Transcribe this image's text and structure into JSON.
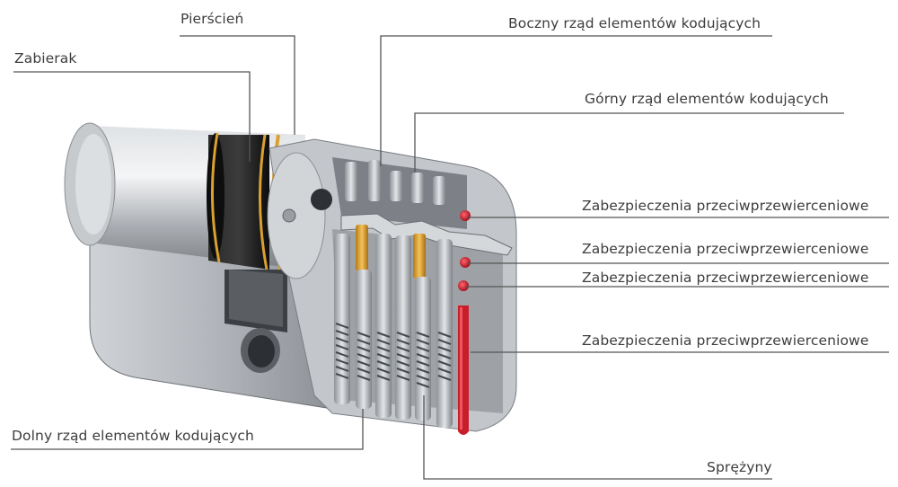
{
  "labels": {
    "pierscien": "Pierścień",
    "zabierak": "Zabierak",
    "boczny": "Boczny rząd elementów kodujących",
    "gorny": "Górny rząd elementów kodujących",
    "zabezp1": "Zabezpieczenia przeciwprzewierceniowe",
    "zabezp2": "Zabezpieczenia przeciwprzewierceniowe",
    "zabezp3": "Zabezpieczenia przeciwprzewierceniowe",
    "zabezp4": "Zabezpieczenia przeciwprzewierceniowe",
    "dolny": "Dolny rząd elementów kodujących",
    "sprezyny": "Sprężyny"
  },
  "colors": {
    "leader_line": "#555555",
    "steel": "#b9bdc2",
    "brass_pin": "#e0a52b",
    "red_insert": "#c81e2a",
    "black_ring": "#141414"
  }
}
